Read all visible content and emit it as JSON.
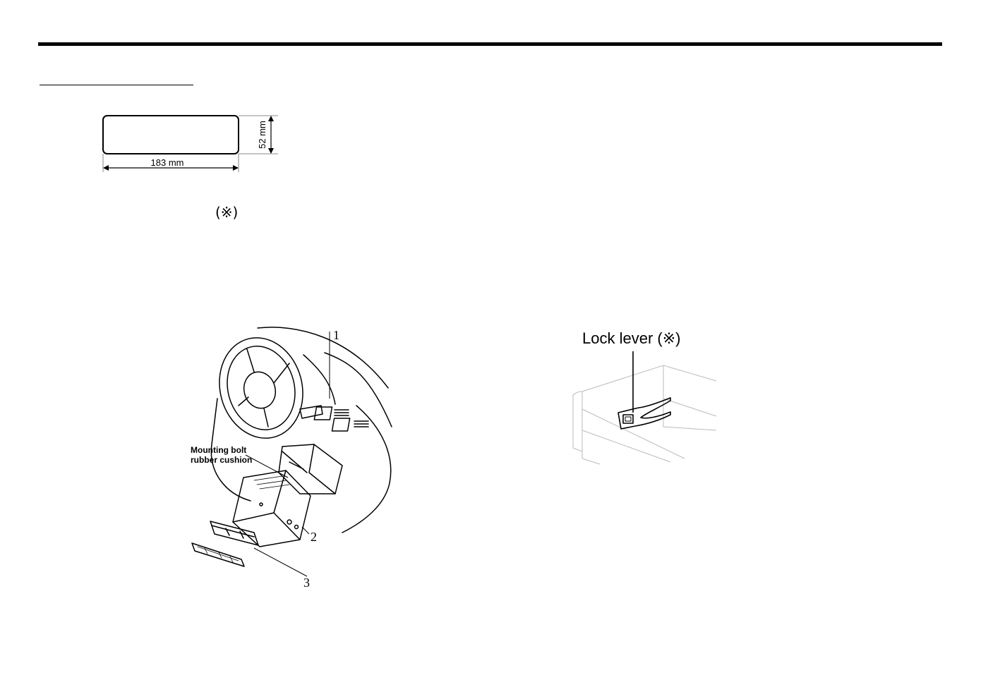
{
  "cutout": {
    "width_label": "183 mm",
    "height_label": "52 mm"
  },
  "reference_mark": "(※)",
  "install_figure": {
    "callout_1": "1",
    "callout_2": "2",
    "callout_3": "3",
    "cushion_label_line1": "Mounting bolt",
    "cushion_label_line2": "rubber cushion"
  },
  "lock_figure": {
    "label": "Lock lever (※)"
  }
}
